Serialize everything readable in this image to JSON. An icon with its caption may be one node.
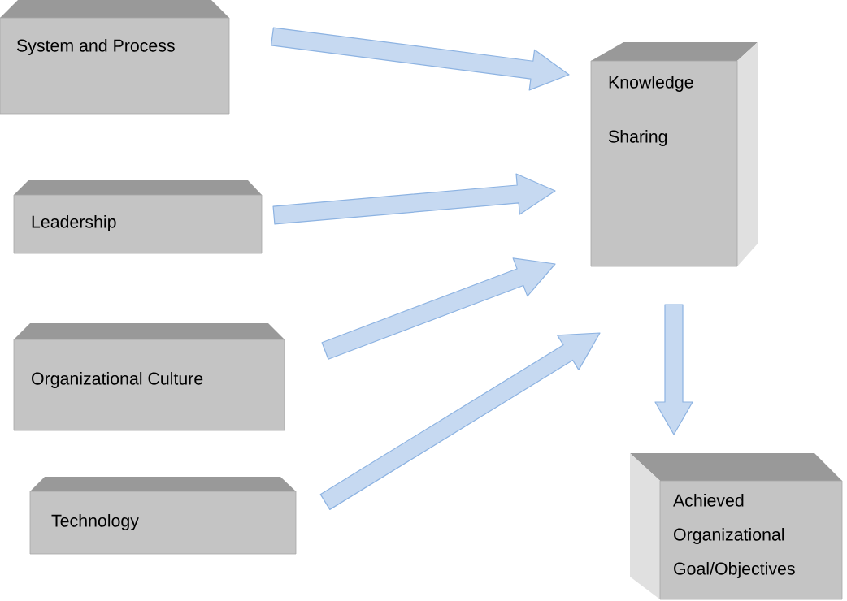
{
  "diagram": {
    "nodes": [
      {
        "text": [
          "System and Process"
        ]
      },
      {
        "text": [
          "Leadership"
        ]
      },
      {
        "text": [
          "Organizational Culture"
        ]
      },
      {
        "text": [
          "Technology"
        ]
      },
      {
        "text": [
          "Knowledge Sharing"
        ]
      },
      {
        "text": [
          "Achieved Organizational Goal/Objectives"
        ]
      }
    ],
    "edges": [
      {
        "from": 0,
        "to": 4,
        "arrow": "to"
      },
      {
        "from": 1,
        "to": 4,
        "arrow": "to"
      },
      {
        "from": 2,
        "to": 4,
        "arrow": "to"
      },
      {
        "from": 3,
        "to": 4,
        "arrow": "to"
      },
      {
        "from": 4,
        "to": 5,
        "arrow": "to"
      }
    ]
  }
}
